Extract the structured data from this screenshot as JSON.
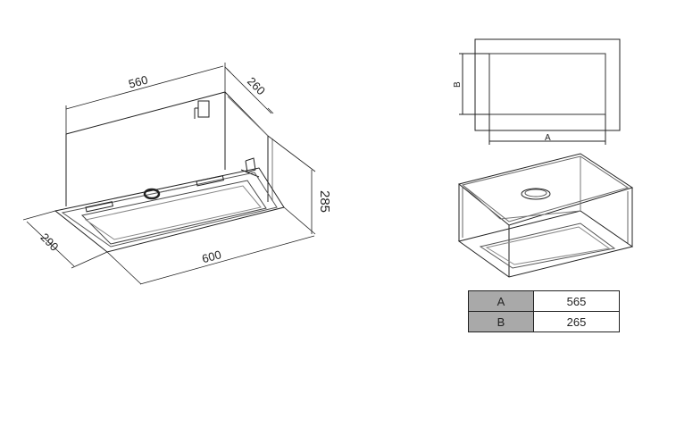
{
  "dimensions": {
    "width_top": "560",
    "depth_top": "260",
    "height": "285",
    "depth_bottom": "290",
    "width_bottom": "600"
  },
  "cutout": {
    "label_a": "A",
    "label_b": "B"
  },
  "table": {
    "rows": [
      {
        "key": "A",
        "value": "565"
      },
      {
        "key": "B",
        "value": "265"
      }
    ]
  }
}
